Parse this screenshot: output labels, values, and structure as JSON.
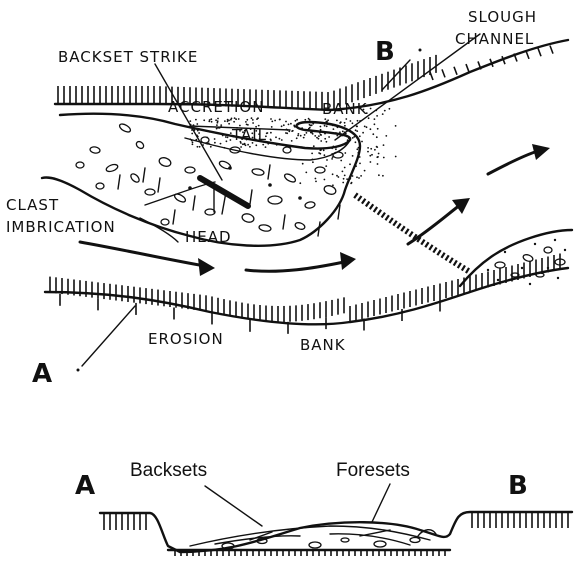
{
  "plan_view": {
    "labels": {
      "backset_strike": "BACKSET STRIKE",
      "slough": "SLOUGH",
      "channel": "CHANNEL",
      "accretion": "ACCRETION",
      "bank_top": "BANK",
      "tail": "TAIL",
      "clast": "CLAST",
      "imbrication": "IMBRICATION",
      "head": "HEAD",
      "erosion": "EROSION",
      "bank_bottom": "BANK"
    },
    "section_markers": {
      "a": "A",
      "b": "B"
    }
  },
  "cross_section": {
    "labels": {
      "a": "A",
      "b": "B",
      "backsets": "Backsets",
      "foresets": "Foresets"
    }
  }
}
